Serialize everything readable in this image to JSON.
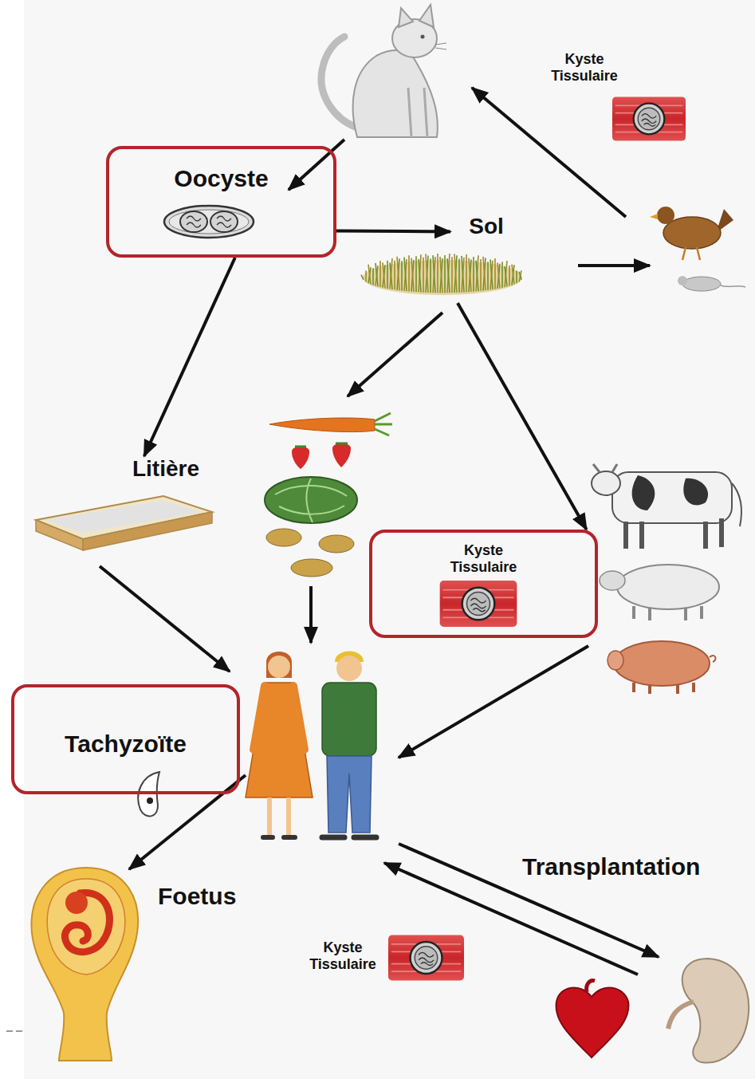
{
  "diagram": {
    "nodes": [
      {
        "text": [
          "Oocyste"
        ]
      },
      {
        "text": [
          "Sol"
        ]
      },
      {
        "text": [
          "Litière"
        ]
      },
      {
        "text": [
          "Kyste Tissulaire"
        ]
      },
      {
        "text": [
          "Tachyzoïte"
        ]
      }
    ],
    "edges": [
      {
        "from": 0,
        "to": 1,
        "arrow": "to"
      },
      {
        "from": 0,
        "to": 2,
        "arrow": "to"
      },
      {
        "from": 1,
        "to": 3,
        "arrow": "to"
      }
    ],
    "labels": [
      "Kyste Tissulaire",
      "Transplantation",
      "Foetus",
      "Kyste Tissulaire"
    ]
  }
}
